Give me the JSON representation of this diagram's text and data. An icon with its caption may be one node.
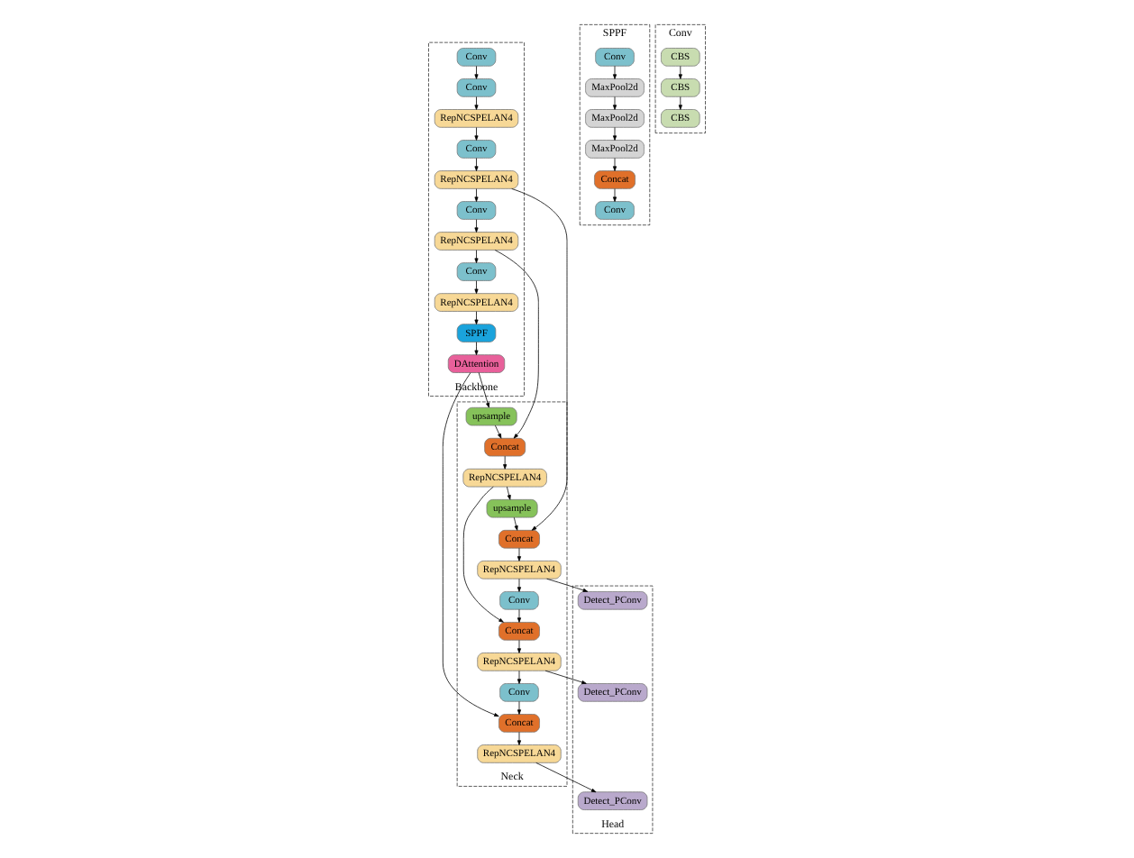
{
  "diagram": {
    "nodes": [
      {
        "text": [
          "Backbone"
        ]
      },
      {
        "text": [
          "Conv"
        ],
        "in": 0
      },
      {
        "text": [
          "Conv"
        ],
        "in": 0
      },
      {
        "text": [
          "RepNCSPELAN4"
        ],
        "in": 0
      },
      {
        "text": [
          "Conv"
        ],
        "in": 0
      },
      {
        "text": [
          "RepNCSPELAN4"
        ],
        "in": 0
      },
      {
        "text": [
          "Conv"
        ],
        "in": 0
      },
      {
        "text": [
          "RepNCSPELAN4"
        ],
        "in": 0
      },
      {
        "text": [
          "Conv"
        ],
        "in": 0
      },
      {
        "text": [
          "RepNCSPELAN4"
        ],
        "in": 0
      },
      {
        "text": [
          "SPPF"
        ],
        "in": 0
      },
      {
        "text": [
          "DAttention"
        ],
        "in": 0
      },
      {
        "text": [
          "Neck"
        ]
      },
      {
        "text": [
          "RepNCSPELAN4"
        ],
        "in": 12
      },
      {
        "text": [
          "Concat"
        ],
        "in": 12
      },
      {
        "text": [
          "upsample"
        ],
        "in": 12
      },
      {
        "text": [
          "RepNCSPELAN4"
        ],
        "in": 12
      },
      {
        "text": [
          "Concat"
        ],
        "in": 12
      },
      {
        "text": [
          "upsample"
        ],
        "in": 12
      },
      {
        "text": [
          "Conv"
        ],
        "in": 12
      },
      {
        "text": [
          "Concat"
        ],
        "in": 12
      },
      {
        "text": [
          "RepNCSPELAN4"
        ],
        "in": 12
      },
      {
        "text": [
          "Conv"
        ],
        "in": 12
      },
      {
        "text": [
          "Concat"
        ],
        "in": 12
      },
      {
        "text": [
          "RepNCSPELAN4"
        ],
        "in": 12
      },
      {
        "text": [
          "Head"
        ]
      },
      {
        "text": [
          "Detect_PConv"
        ],
        "in": 25
      },
      {
        "text": [
          "Detect_PConv"
        ],
        "in": 25
      },
      {
        "text": [
          "Detect_PConv"
        ],
        "in": 25
      },
      {
        "text": [
          "SPPF"
        ]
      },
      {
        "text": [
          "Conv"
        ],
        "in": 29
      },
      {
        "text": [
          "MaxPool2d"
        ],
        "in": 29
      },
      {
        "text": [
          "MaxPool2d"
        ],
        "in": 29
      },
      {
        "text": [
          "MaxPool2d"
        ],
        "in": 29
      },
      {
        "text": [
          "Concat"
        ],
        "in": 29
      },
      {
        "text": [
          "Conv"
        ],
        "in": 29
      },
      {
        "text": [
          "Conv"
        ]
      },
      {
        "text": [
          "CBS"
        ],
        "in": 36
      },
      {
        "text": [
          "CBS"
        ],
        "in": 36
      },
      {
        "text": [
          "CBS"
        ],
        "in": 36
      }
    ],
    "edges": [
      {
        "from": 1,
        "to": 2,
        "arrow": "to"
      },
      {
        "from": 2,
        "to": 3,
        "arrow": "to"
      },
      {
        "from": 3,
        "to": 4,
        "arrow": "to"
      },
      {
        "from": 4,
        "to": 5,
        "arrow": "to"
      },
      {
        "from": 5,
        "to": 6,
        "arrow": "to"
      },
      {
        "from": 6,
        "to": 7,
        "arrow": "to"
      },
      {
        "from": 7,
        "to": 8,
        "arrow": "to"
      },
      {
        "from": 8,
        "to": 9,
        "arrow": "to"
      },
      {
        "from": 9,
        "to": 10,
        "arrow": "to"
      },
      {
        "from": 10,
        "to": 11,
        "arrow": "to"
      },
      {
        "from": 5,
        "to": 14,
        "arrow": "to"
      },
      {
        "from": 7,
        "to": 17,
        "arrow": "to"
      },
      {
        "from": 11,
        "to": 18,
        "arrow": "to"
      },
      {
        "from": 11,
        "to": 23,
        "arrow": "to"
      },
      {
        "from": 18,
        "to": 17,
        "arrow": "to"
      },
      {
        "from": 17,
        "to": 16,
        "arrow": "to"
      },
      {
        "from": 16,
        "to": 15,
        "arrow": "to"
      },
      {
        "from": 15,
        "to": 14,
        "arrow": "to"
      },
      {
        "from": 14,
        "to": 13,
        "arrow": "to"
      },
      {
        "from": 13,
        "to": 19,
        "arrow": "to"
      },
      {
        "from": 13,
        "to": 26,
        "arrow": "to"
      },
      {
        "from": 19,
        "to": 20,
        "arrow": "to"
      },
      {
        "from": 16,
        "to": 20,
        "arrow": "to"
      },
      {
        "from": 20,
        "to": 21,
        "arrow": "to"
      },
      {
        "from": 21,
        "to": 22,
        "arrow": "to"
      },
      {
        "from": 21,
        "to": 27,
        "arrow": "to"
      },
      {
        "from": 22,
        "to": 23,
        "arrow": "to"
      },
      {
        "from": 23,
        "to": 24,
        "arrow": "to"
      },
      {
        "from": 24,
        "to": 28,
        "arrow": "to"
      },
      {
        "from": 30,
        "to": 31,
        "arrow": "to"
      },
      {
        "from": 31,
        "to": 32,
        "arrow": "to"
      },
      {
        "from": 32,
        "to": 33,
        "arrow": "to"
      },
      {
        "from": 33,
        "to": 34,
        "arrow": "to"
      },
      {
        "from": 34,
        "to": 35,
        "arrow": "to"
      },
      {
        "from": 37,
        "to": 38,
        "arrow": "to"
      },
      {
        "from": 38,
        "to": 39,
        "arrow": "to"
      }
    ]
  }
}
